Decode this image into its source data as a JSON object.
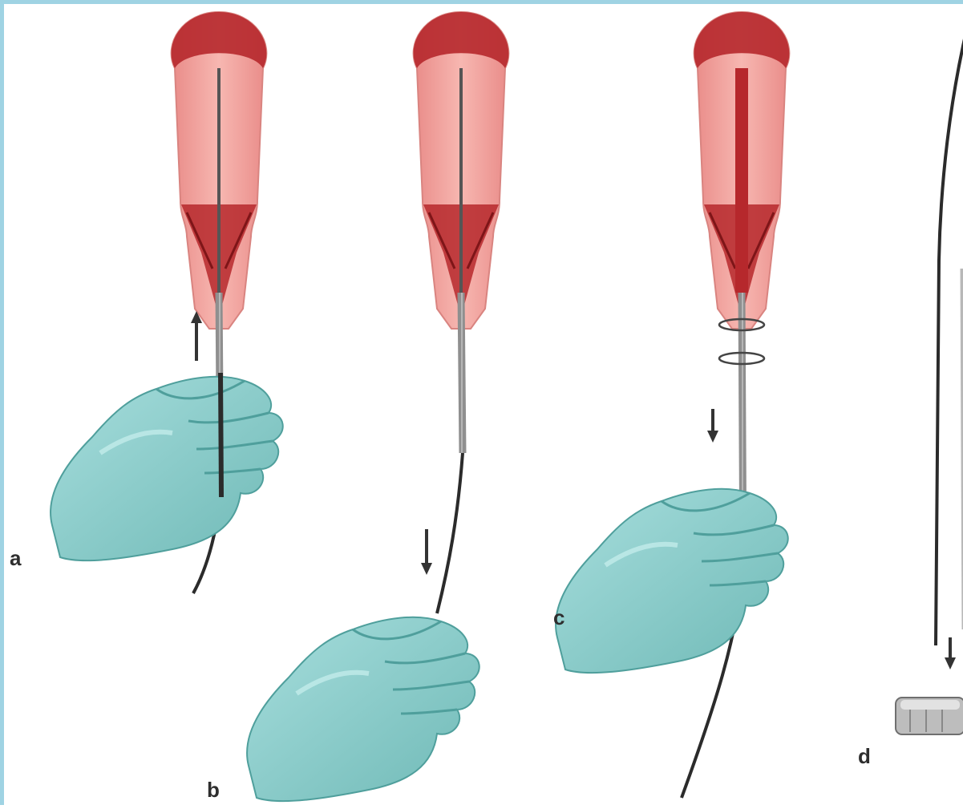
{
  "panels": [
    {
      "label": "a"
    },
    {
      "label": "b"
    },
    {
      "label": "c"
    },
    {
      "label": "d"
    }
  ],
  "colors": {
    "frame": "#9fd3e3",
    "tissue": "#f3a7a2",
    "tissue_dark": "#b6282c",
    "tissue_edge": "#a92a2c",
    "glove": "#8fd0cf",
    "glove_shadow": "#4f9f9c",
    "wire": "#2b2b2b",
    "catheter": "#b8b8b8"
  }
}
